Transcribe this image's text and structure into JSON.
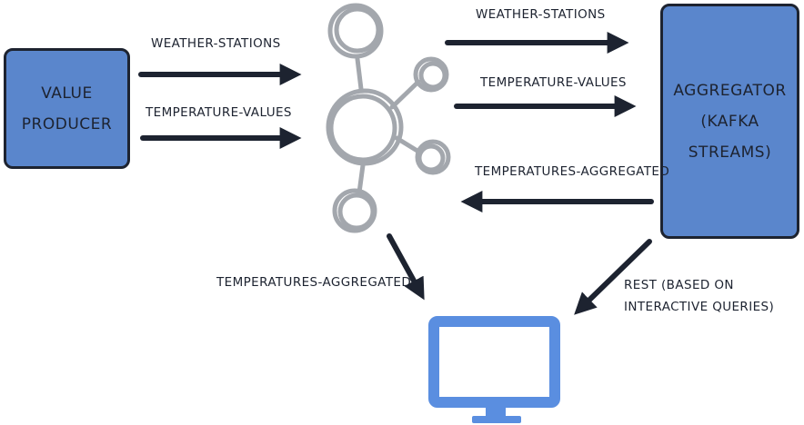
{
  "nodes": {
    "producer": {
      "lines": [
        "VALUE",
        "PRODUCER"
      ]
    },
    "aggregator": {
      "lines": [
        "AGGREGATOR",
        "(KAFKA STREAMS)"
      ]
    }
  },
  "edges": {
    "producer_to_kafka_1": "WEATHER-STATIONS",
    "producer_to_kafka_2": "TEMPERATURE-VALUES",
    "kafka_to_agg_1": "WEATHER-STATIONS",
    "kafka_to_agg_2": "TEMPERATURE-VALUES",
    "agg_to_kafka": "TEMPERATURES-AGGREGATED",
    "kafka_to_monitor": "TEMPERATURES-AGGREGATED",
    "agg_to_monitor": [
      "REST (BASED ON",
      "INTERACTIVE QUERIES)"
    ]
  },
  "colors": {
    "box_fill": "#5a86cc",
    "ink": "#1d2330",
    "kafka_logo": "#a3a7ad",
    "monitor": "#5a8ee0"
  },
  "icons": {
    "kafka": "kafka-logo-icon",
    "monitor": "monitor-icon"
  }
}
